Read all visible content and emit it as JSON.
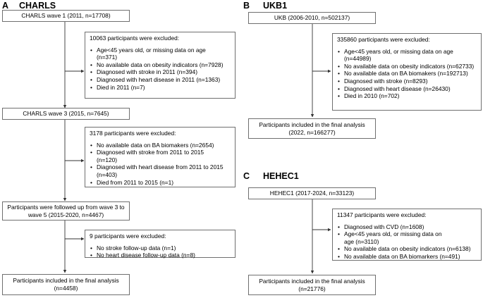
{
  "panelA": {
    "letter": "A",
    "title": "CHARLS",
    "wave1": "CHARLS wave 1 (2011, n=17708)",
    "excl1": {
      "head": "10063 participants were excluded:",
      "items": [
        [
          "Age<45 years old, or missing data on age",
          "(n=371)"
        ],
        [
          "No available data on obesity indicators (n=7928)"
        ],
        [
          "Diagnosed with stroke in 2011 (n=394)"
        ],
        [
          "Diagnosed with heart disease in 2011 (n=1363)"
        ],
        [
          "Died in 2011 (n=7)"
        ]
      ]
    },
    "wave3": "CHARLS wave 3 (2015, n=7645)",
    "excl2": {
      "head": "3178 participants were excluded:",
      "items": [
        [
          "No available data on BA biomakers  (n=2654)"
        ],
        [
          "Diagnosed with stroke from 2011 to 2015",
          "(n=120)"
        ],
        [
          "Diagnosed with heart disease from 2011 to  2015",
          "(n=403)"
        ],
        [
          "Died from 2011 to 2015 (n=1)"
        ]
      ]
    },
    "followed": [
      "Participants were followed up from wave 3 to",
      "wave 5 (2015-2020, n=4467)"
    ],
    "excl3": {
      "head": "9 participants were excluded:",
      "items": [
        [
          "No stroke follow-up data (n=1)"
        ],
        [
          "No heart disease follow-up data (n=8)"
        ]
      ]
    },
    "final": [
      "Participants included in the final analysis",
      "(n=4458)"
    ]
  },
  "panelB": {
    "letter": "B",
    "title": "UKB1",
    "start": "UKB (2006-2010, n=502137)",
    "excl": {
      "head": "335860 participants were excluded:",
      "items": [
        [
          "Age<45 years old, or missing data on age",
          "(n=44989)"
        ],
        [
          "No available data on obesity indicators (n=62733)"
        ],
        [
          "No available data on BA biomakers (n=192713)"
        ],
        [
          "Diagnosed with stroke (n=8293)"
        ],
        [
          "Diagnosed with heart disease (n=26430)"
        ],
        [
          "Died in 2010 (n=702)"
        ]
      ]
    },
    "final": [
      "Participants included in the final analysis",
      "(2022, n=166277)"
    ]
  },
  "panelC": {
    "letter": "C",
    "title": "HEHEC1",
    "start": "HEHEC1 (2017-2024, n=33123)",
    "excl": {
      "head": "11347 participants were excluded:",
      "items": [
        [
          "Diagnosed with CVD (n=1608)"
        ],
        [
          "Age<45 years old, or missing data on",
          "age (n=3110)"
        ],
        [
          "No available data on obesity indicators (n=6138)"
        ],
        [
          "No available data on BA biomarkers (n=491)"
        ]
      ]
    },
    "final": [
      "Participants included in the final analysis",
      "(n=21776)"
    ]
  }
}
